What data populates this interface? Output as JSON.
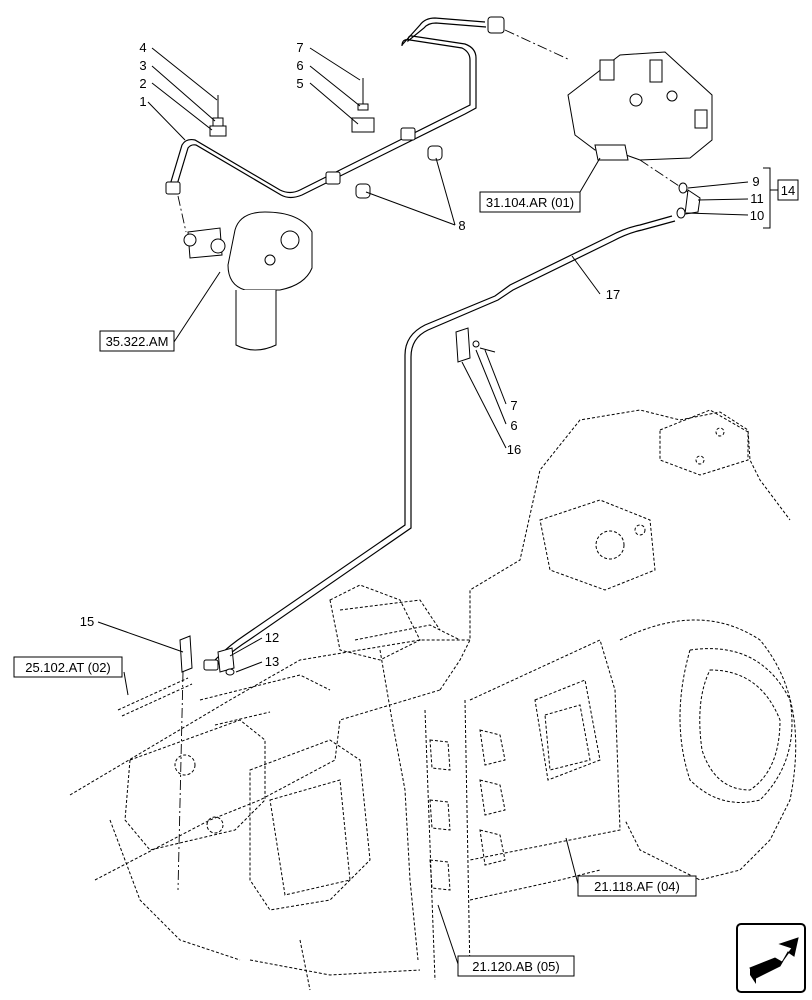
{
  "callouts": {
    "c1": "1",
    "c2": "2",
    "c3": "3",
    "c4": "4",
    "c5": "5",
    "c6_top": "6",
    "c7_top": "7",
    "c8": "8",
    "c9": "9",
    "c10": "10",
    "c11": "11",
    "c14": "14",
    "c17": "17",
    "c7_mid": "7",
    "c6_mid": "6",
    "c16": "16",
    "c15": "15",
    "c12": "12",
    "c13": "13"
  },
  "references": {
    "ref_35322": "35.322.AM",
    "ref_31104": "31.104.AR (01)",
    "ref_25102": "25.102.AT (02)",
    "ref_21118": "21.118.AF (04)",
    "ref_21120": "21.120.AB (05)"
  },
  "icons": {
    "nav": "next-page-arrow-icon"
  }
}
